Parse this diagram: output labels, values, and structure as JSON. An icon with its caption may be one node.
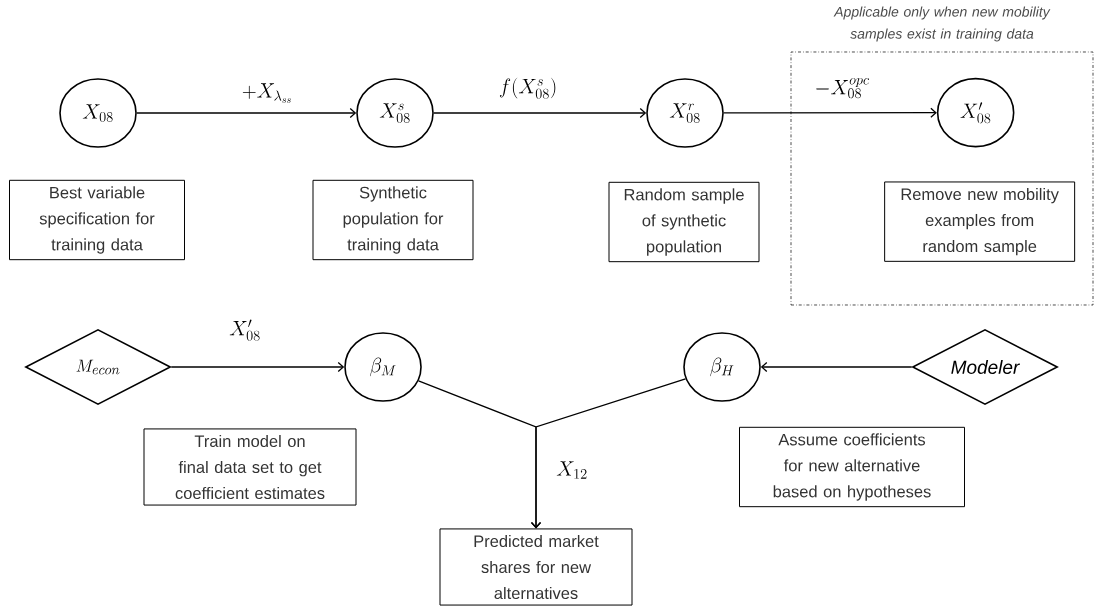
{
  "diagram": {
    "nodes": [
      {
        "text": [
          "X_{08}"
        ]
      },
      {
        "text": [
          "Best variable specification for training data"
        ]
      },
      {
        "text": [
          "X^{s}_{08}"
        ]
      },
      {
        "text": [
          "Synthetic population for training data"
        ]
      },
      {
        "text": [
          "X^{r}_{08}"
        ]
      },
      {
        "text": [
          "Random sample of synthetic population"
        ]
      },
      {
        "text": [
          "Applicable only when new mobility samples exist in training data"
        ]
      },
      {
        "text": [
          "X'_{08}"
        ],
        "in": 6
      },
      {
        "text": [
          "Remove new mobility examples from random sample"
        ],
        "in": 6
      },
      {
        "text": [
          "M_{econ}"
        ]
      },
      {
        "text": [
          "\\beta_{M}"
        ]
      },
      {
        "text": [
          "Train model on final data set to get coefficient estimates"
        ]
      },
      {
        "text": [
          "\\beta_{H}"
        ]
      },
      {
        "text": [
          "\\mathit{Modeler}"
        ]
      },
      {
        "text": [
          "Assume coefficients for new alternative based on hypotheses"
        ]
      },
      {
        "text": [
          "Predicted market shares for new alternatives"
        ]
      }
    ],
    "edges": [
      {
        "from": 0,
        "to": 2,
        "arrow": "to",
        "label": "+X_{\\lambda_{ss}}"
      },
      {
        "from": 2,
        "to": 4,
        "arrow": "to",
        "label": "f(X^{s}_{08})"
      },
      {
        "from": 4,
        "to": 7,
        "arrow": "to",
        "label": "-X^{opc}_{08}"
      },
      {
        "from": 9,
        "to": 10,
        "arrow": "to",
        "label": "X'_{08}"
      },
      {
        "from": 13,
        "to": 12,
        "arrow": "to"
      },
      {
        "from": 10,
        "to": 15,
        "arrow": "to",
        "label": "X_{12}"
      },
      {
        "from": 12,
        "to": 15,
        "arrow": "to"
      }
    ]
  }
}
